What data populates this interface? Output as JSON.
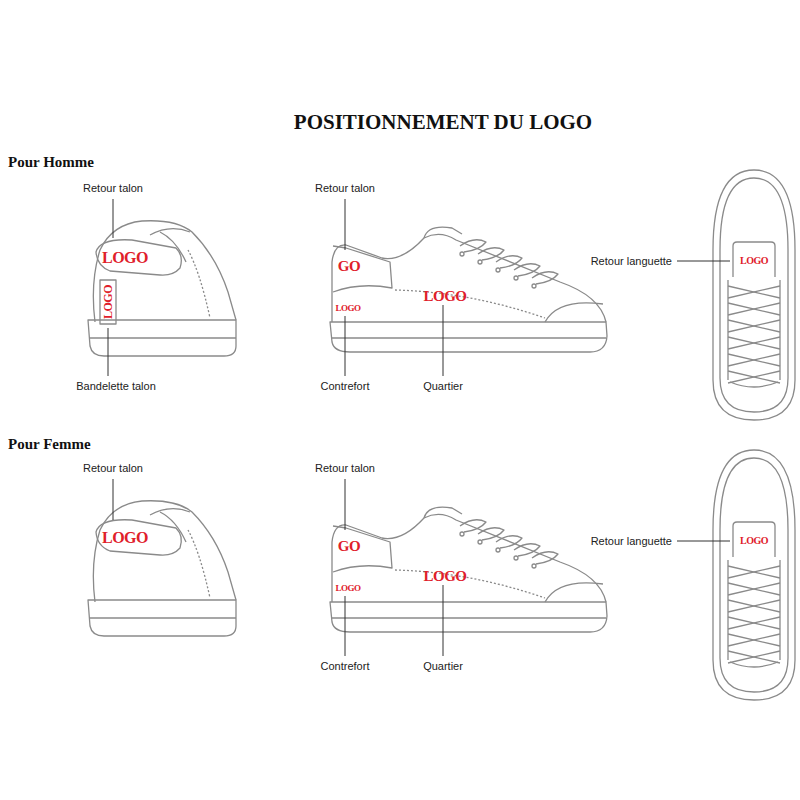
{
  "diagram": {
    "title": "POSITIONNEMENT DU LOGO",
    "labels": [
      "Pour Homme",
      "Retour talon",
      "LOGO",
      "LOGO",
      "Bandelette talon",
      "Retour talon",
      "GO",
      "LOGO",
      "LOGO",
      "Contrefort",
      "Quartier",
      "Retour languette",
      "LOGO",
      "Pour Femme",
      "Retour talon",
      "LOGO",
      "Retour talon",
      "GO",
      "LOGO",
      "LOGO",
      "Contrefort",
      "Quartier",
      "Retour languette",
      "LOGO"
    ]
  }
}
